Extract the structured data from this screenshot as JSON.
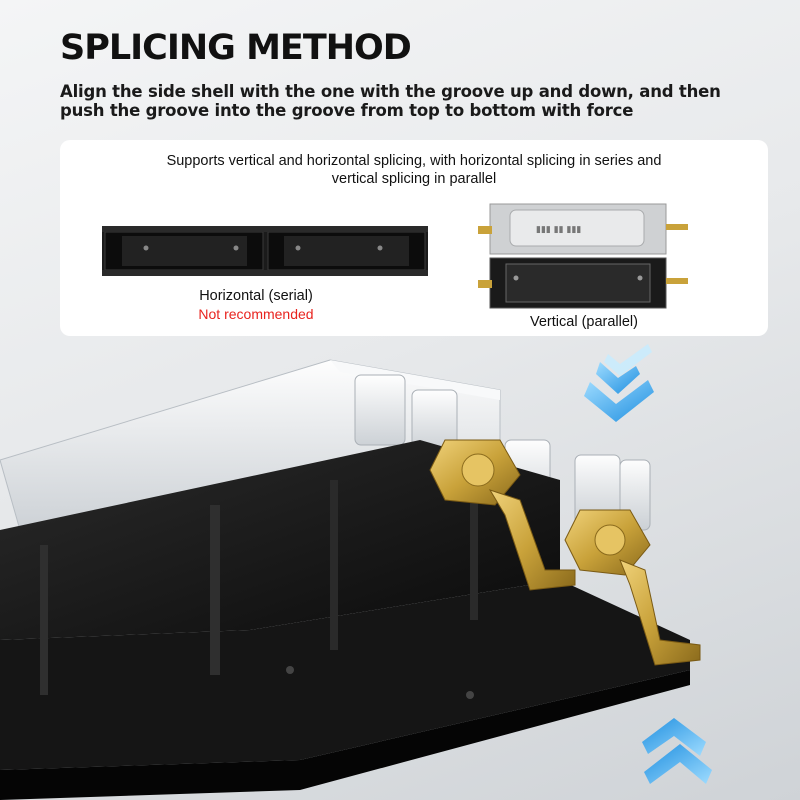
{
  "header": {
    "title": "SPLICING METHOD",
    "subtitle": "Align the side shell with the one with the groove up and down, and then push the groove into the groove from top to bottom with force"
  },
  "panel": {
    "heading": "Supports vertical and horizontal splicing, with horizontal splicing in series and vertical splicing in parallel",
    "horizontal": {
      "label": "Horizontal (serial)",
      "note": "Not recommended",
      "note_color": "#e8231e"
    },
    "vertical": {
      "label": "Vertical (parallel)"
    }
  },
  "colors": {
    "arrow_blue": "#2aa8f2",
    "terminal_gold": "#c9a23a",
    "case_black": "#141414"
  },
  "icons": [
    "arrow-down-icon",
    "arrow-up-icon"
  ]
}
